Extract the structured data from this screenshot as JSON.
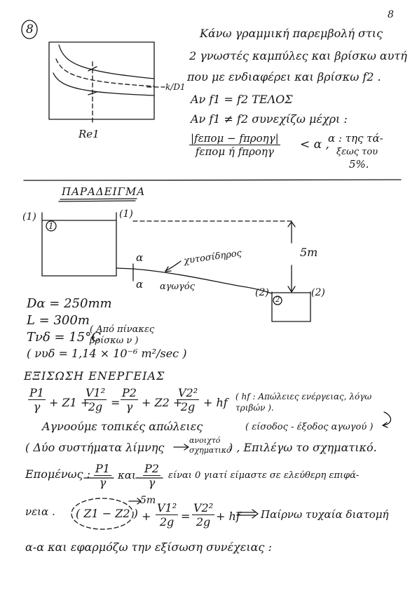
{
  "page_number": "8",
  "step_number": "8",
  "top": {
    "graph": {
      "left_label": "k/D1",
      "bottom_label": "Re1"
    },
    "lines": [
      "Κάνω γραμμική παρεμβολή στις",
      "2 γνωστές καμπύλες και βρίσκω αυτή",
      "που με ενδιαφέρει και βρίσκω f2 .",
      "Αν   f1 = f2   ΤΕΛΟΣ",
      "Αν   f1 ≠ f2   συνεχίζω μέχρι :"
    ],
    "criterion": {
      "numerator": "|fεπομ − fπροηγ|",
      "denominator": "fεπομ ή fπροηγ",
      "lt": "< α ,",
      "a_text": "α : της τά-",
      "a_text2": "ξεως του",
      "a_text3": "5%."
    }
  },
  "example": {
    "title": "ΠΑΡΑΔΕΙΓΜΑ",
    "diagram": {
      "tank1_outer_left": "(1)",
      "tank1_outer_right": "(1)",
      "tank1_inner": "1",
      "tank2_outer_left": "(2)",
      "tank2_outer_right": "(2)",
      "tank2_inner": "2",
      "height": "5m",
      "section_top": "α",
      "section_bottom": "α",
      "material": "χυτοσίδηρος",
      "pipe_label": "αγωγός"
    },
    "given": [
      "Dα = 250mm",
      "L = 300m",
      "Tνδ = 15°C"
    ],
    "given_note": "( Από πίνακες βρίσκω ν )",
    "nu_value": "( νυδ = 1,14 × 10⁻⁶ m²/sec )",
    "energy_title": "ΕΞΙΣΩΣΗ ΕΝΕΡΓΕΙΑΣ",
    "energy_eq": {
      "p1": "P1",
      "g1": "γ",
      "z1": "+ Z1 +",
      "v1": "V1²",
      "g2": "2g",
      "eq": "=",
      "p2": "P2",
      "g3": "γ",
      "z2": "+ Z2 +",
      "v2": "V2²",
      "g4": "2g",
      "hf": "+ hf",
      "note": "( hf : Απώλειες ενέργειας, λόγω τριβών )."
    },
    "ignore_line": "Αγνοούμε τοπικές απώλειες",
    "ignore_note": "( είσοδος - έξοδος αγωγού )",
    "systems_line": "( Δύο συστήματα λίμνης",
    "systems_note1": "ανοιχτό",
    "systems_note2": "σχηματικό",
    "systems_tail": ") , Επιλέγω το σχηματικό.",
    "therefore_label": "Επομένως :",
    "therefore_and": "και",
    "therefore_text": "είναι 0 γιατί είμαστε σε ελεύθερη επιφά-",
    "frac_p1": "P1",
    "frac_g1": "γ",
    "frac_p2": "P2",
    "frac_g2": "γ",
    "surface_end": "νεια .",
    "z_diff": "( Z1 − Z2 )",
    "z_value": "5m",
    "final_plus": "+",
    "final_v1": "V1²",
    "final_g1": "2g",
    "final_eq": "=",
    "final_v2": "V2²",
    "final_g2": "2g",
    "final_hf": "+ hf",
    "final_note": "Παίρνω τυχαία διατομή",
    "last_line": "α-α  και  εφαρμόζω  την  εξίσωση  συνέχειας :"
  }
}
